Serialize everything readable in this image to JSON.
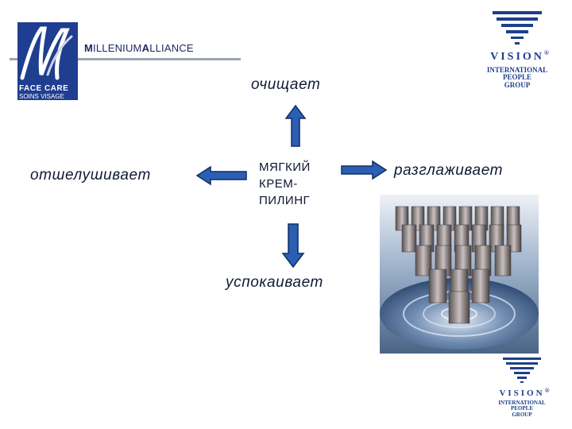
{
  "logo_left": {
    "monogram": "MA",
    "brand_bold1": "M",
    "brand_regular1": "ILLENIUM",
    "brand_bold2": "A",
    "brand_regular2": "LLIANCE",
    "line1": "FACE CARE",
    "line2": "SOINS VISAGE"
  },
  "logo_vision": {
    "word": "VISION",
    "registered": "®",
    "sub1": "INTERNATIONAL PEOPLE",
    "sub2": "GROUP"
  },
  "diagram": {
    "center": {
      "line1": "МЯГКИЙ",
      "line2": "КРЕМ-",
      "line3": "ПИЛИНГ"
    },
    "top": "очищает",
    "left": "отшелушивает",
    "right": "разглаживает",
    "bottom": "успокаивает"
  },
  "colors": {
    "arrow_fill": "#2a5fb3",
    "arrow_stroke": "#0f2d66",
    "brand_blue": "#1f3e8f"
  }
}
